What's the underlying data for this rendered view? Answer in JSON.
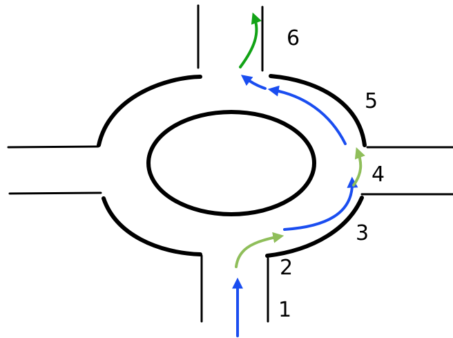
{
  "colors": {
    "road": "#000000",
    "blue_path": "#1a4df0",
    "light_green_path": "#8fbe5a",
    "green_path": "#12a316",
    "label": "#000000"
  },
  "steps": [
    {
      "label": "1"
    },
    {
      "label": "2"
    },
    {
      "label": "3"
    },
    {
      "label": "4"
    },
    {
      "label": "5"
    },
    {
      "label": "6"
    }
  ]
}
